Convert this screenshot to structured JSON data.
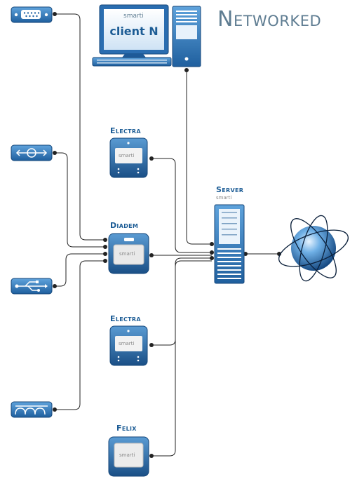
{
  "title": "Networked",
  "client": {
    "brand": "smarti",
    "name": "client N"
  },
  "devices": {
    "electra_top": {
      "label": "Electra",
      "brand": "smarti"
    },
    "diadem": {
      "label": "Diadem",
      "brand": "smarti"
    },
    "electra_bottom": {
      "label": "Electra",
      "brand": "smarti"
    },
    "felix": {
      "label": "Felix",
      "brand": "smarti"
    }
  },
  "server": {
    "label": "Server",
    "brand": "smarti"
  },
  "ports": [
    "serial-port-icon",
    "ethernet-icon",
    "usb-icon",
    "coil-antenna-icon"
  ],
  "network": "globe-network-icon",
  "colors": {
    "device_blue": "#2f78b8",
    "device_dark": "#1a4f86",
    "line": "#222222",
    "title": "#5f7d92",
    "label": "#1c5c95"
  }
}
